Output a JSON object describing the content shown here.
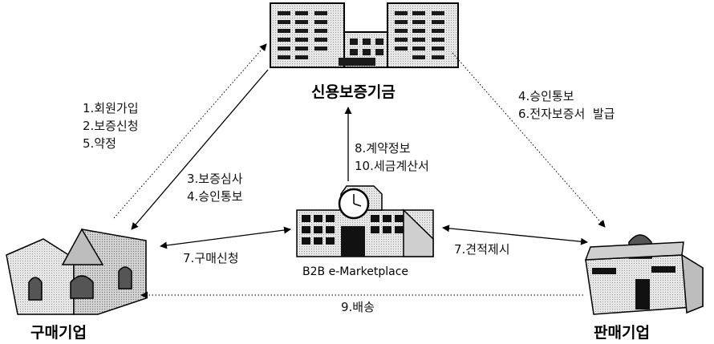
{
  "nodes": {
    "guarantee_fund": "신용보증기금",
    "buyer": "구매기업",
    "seller": "판매기업",
    "marketplace": "B2B e-Marketplace"
  },
  "flows": {
    "buyer_to_fund": [
      "1.회원가입",
      "2.보증신청",
      "5.약정"
    ],
    "fund_to_buyer": [
      "3.보증심사",
      "4.승인통보"
    ],
    "fund_to_seller": [
      "4.승인통보",
      "6.전자보증서  발급"
    ],
    "market_to_fund": [
      "8.계약정보",
      "10.세금계산서"
    ],
    "buyer_market": "7.구매신청",
    "market_seller": "7.견적제시",
    "seller_to_buyer": "9.배송"
  }
}
